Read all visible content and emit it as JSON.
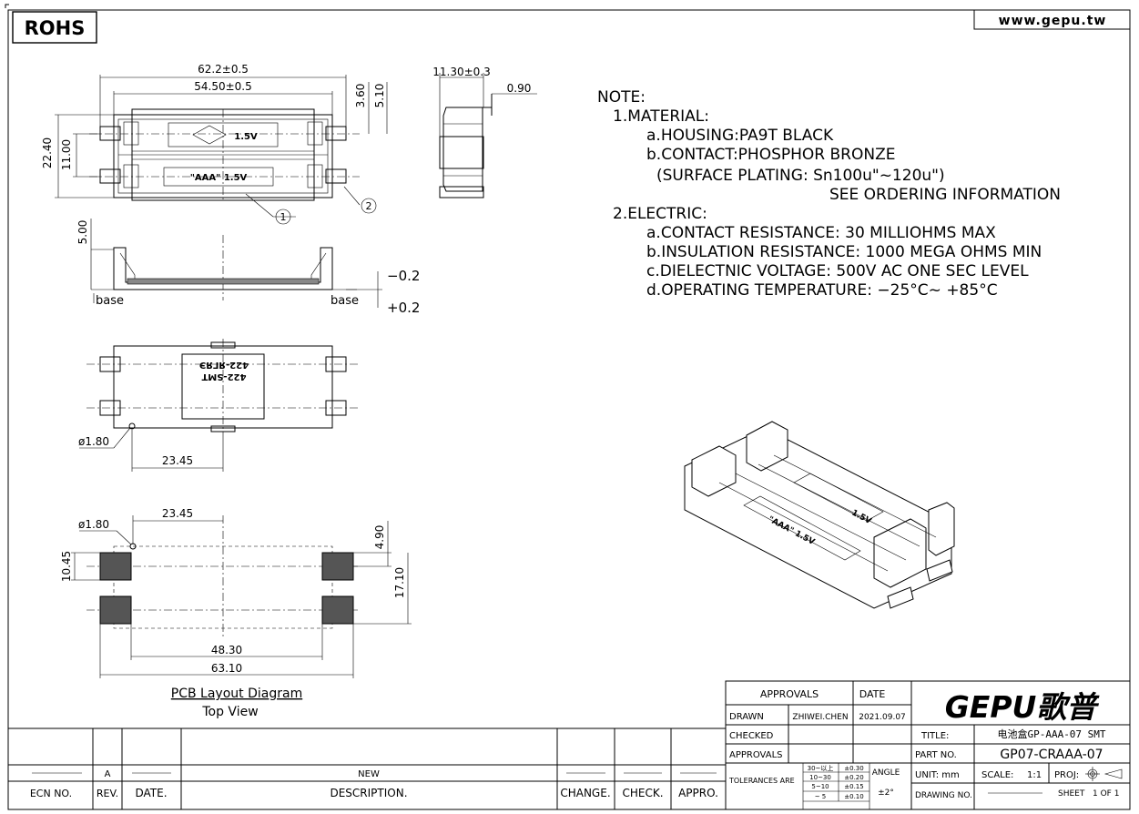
{
  "header": {
    "rohs": "ROHS",
    "website": "www.gepu.tw"
  },
  "top_view": {
    "dim_overall": "62.2±0.5",
    "dim_inner": "54.50±0.5",
    "dim_height": "22.40",
    "dim_pitch": "11.00",
    "dim_tab_a": "3.60",
    "dim_tab_b": "5.10",
    "label_cell_1": "1.5V",
    "label_cell_2": "\"AAA\" 1.5V",
    "callout_1": "1",
    "callout_2": "2"
  },
  "end_view": {
    "dim_width": "11.30±0.3",
    "dim_tab": "0.90"
  },
  "side_view": {
    "dim_5": "5.00",
    "base_left": "base",
    "base_right": "base",
    "tol_minus": "−0.2",
    "tol_plus": "+0.2"
  },
  "bottom_view": {
    "marking_1": "422-SMT",
    "marking_2": "422-ЯГЯЭ",
    "dim_hole": "ø1.80",
    "dim_offset": "23.45"
  },
  "pcb": {
    "dim_hole": "ø1.80",
    "dim_offset": "23.45",
    "dim_pad_h": "10.45",
    "dim_pad_w": "4.90",
    "dim_span_v": "17.10",
    "dim_inner": "48.30",
    "dim_outer": "63.10",
    "caption": "PCB Layout Diagram",
    "subcaption": "Top View"
  },
  "notes": {
    "title": "NOTE:",
    "material": "1.MATERIAL:",
    "housing": "a.HOUSING:PA9T BLACK",
    "contact": "b.CONTACT:PHOSPHOR BRONZE",
    "plating": "(SURFACE PLATING: Sn100u\"~120u\")",
    "ordering": "SEE ORDERING INFORMATION",
    "electric": "2.ELECTRIC:",
    "contact_res": "a.CONTACT RESISTANCE: 30 MILLIOHMS MAX",
    "insulation": "b.INSULATION RESISTANCE: 1000 MEGA OHMS MIN",
    "dielectric": "c.DIELECTNIC VOLTAGE: 500V AC ONE SEC LEVEL",
    "temperature": "d.OPERATING TEMPERATURE: −25°C~ +85°C"
  },
  "iso_view": {
    "cell_label_1": "1.5V",
    "cell_label_2": "\"AAA\" 1.5V"
  },
  "revision_table": {
    "row_rev": "A",
    "row_desc": "NEW",
    "headers": {
      "ecn": "ECN NO.",
      "rev": "REV.",
      "date": "DATE.",
      "desc": "DESCRIPTION.",
      "change": "CHANGE.",
      "check": "CHECK.",
      "appro": "APPRO."
    }
  },
  "title_block": {
    "approvals_header": "APPROVALS",
    "date_header": "DATE",
    "drawn_label": "DRAWN",
    "drawn_name": "ZHIWEI.CHEN",
    "drawn_date": "2021.09.07",
    "checked_label": "CHECKED",
    "approvals_label": "APPROVALS",
    "tolerances_label": "TOLERANCES ARE",
    "tol_ranges": [
      "30~以上",
      "10~30",
      "5~10",
      "~ 5"
    ],
    "tol_values": [
      "±0.30",
      "±0.20",
      "±0.15",
      "±0.10"
    ],
    "angle_label": "ANGLE",
    "angle_value": "±2°",
    "logo": "GEPU歌普",
    "title_label": "TITLE:",
    "title_value": "电池盒GP-AAA-07 SMT",
    "part_label": "PART NO.",
    "part_value": "GP07-CRAAA-07",
    "unit_label": "UNIT: mm",
    "scale_label": "SCALE:",
    "scale_value": "1:1",
    "proj_label": "PROJ:",
    "drawing_label": "DRAWING NO.",
    "sheet_label": "SHEET",
    "sheet_value": "1 OF 1"
  }
}
